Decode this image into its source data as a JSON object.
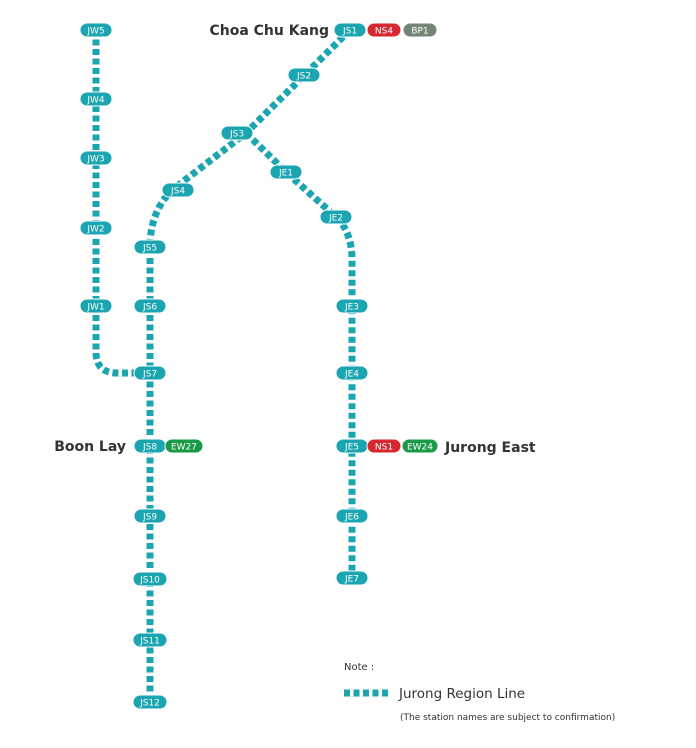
{
  "colors": {
    "line": "#1aa5b0",
    "ns": "#d7282f",
    "ew": "#1a9a47",
    "bp": "#748477",
    "text": "#333333"
  },
  "interchanges": {
    "choa_chu_kang": "Choa Chu Kang",
    "boon_lay": "Boon Lay",
    "jurong_east": "Jurong East"
  },
  "stations": {
    "JW5": "JW5",
    "JW4": "JW4",
    "JW3": "JW3",
    "JW2": "JW2",
    "JW1": "JW1",
    "JS1": "JS1",
    "JS2": "JS2",
    "JS3": "JS3",
    "JS4": "JS4",
    "JS5": "JS5",
    "JS6": "JS6",
    "JS7": "JS7",
    "JS8": "JS8",
    "JS9": "JS9",
    "JS10": "JS10",
    "JS11": "JS11",
    "JS12": "JS12",
    "JE1": "JE1",
    "JE2": "JE2",
    "JE3": "JE3",
    "JE4": "JE4",
    "JE5": "JE5",
    "JE6": "JE6",
    "JE7": "JE7"
  },
  "connections": {
    "NS4": "NS4",
    "BP1": "BP1",
    "EW27": "EW27",
    "NS1": "NS1",
    "EW24": "EW24"
  },
  "legend": {
    "note": "Note :",
    "line_name": "Jurong Region Line",
    "disclaimer": "(The station names are subject to confirmation)"
  }
}
